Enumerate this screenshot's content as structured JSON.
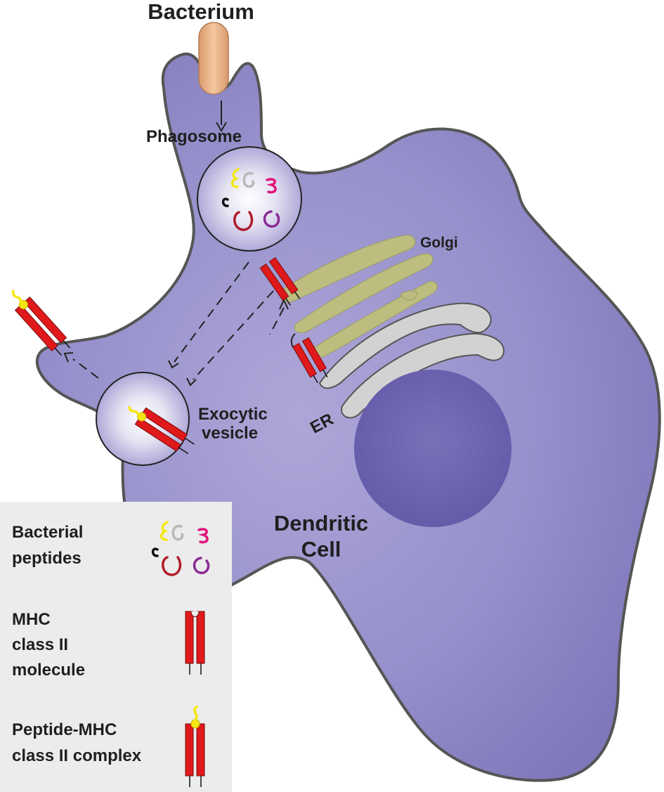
{
  "labels": {
    "bacterium": "Bacterium",
    "phagosome": "Phagosome",
    "golgi": "Golgi",
    "er": "ER",
    "exocytic_line1": "Exocytic",
    "exocytic_line2": "vesicle",
    "dendritic_line1": "Dendritic",
    "dendritic_line2": "Cell"
  },
  "legend": {
    "peptides": [
      "Bacterial",
      "peptides"
    ],
    "mhc": [
      "MHC",
      "class II",
      "molecule"
    ],
    "complex": [
      "Peptide-MHC",
      "class II complex"
    ]
  },
  "colors": {
    "cell_fill": "#8d86c4",
    "cell_outline": "#555555",
    "nucleus": "#6e64b0",
    "golgi": "#bcbd7f",
    "er": "#d2d2d2",
    "mhc_red": "#e0191b",
    "bacterium": "#eab48a",
    "legend_bg": "#ececec",
    "peptide_yellow": "#f5e614",
    "peptide_gray": "#b8b8b8",
    "peptide_magenta": "#e0157a",
    "peptide_darkred": "#b01c2a",
    "peptide_purple": "#8b2c95",
    "peptide_black": "#111111"
  }
}
